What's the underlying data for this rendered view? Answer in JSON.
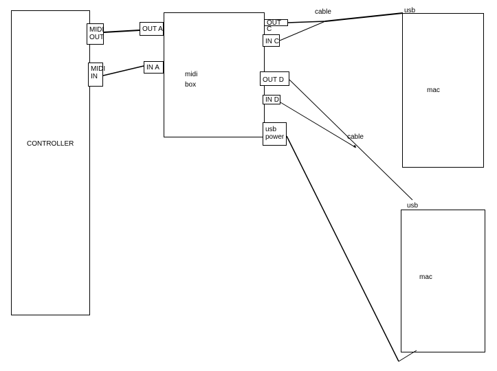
{
  "controller": {
    "label": "CONTROLLER"
  },
  "controller_ports": {
    "midi_out": "MIDI\nOUT",
    "midi_in": "MIDI\nIN"
  },
  "midibox": {
    "label": "midi\nbox",
    "ports": {
      "out_a": "OUT A",
      "in_a": "IN A",
      "out_c": "OUT C",
      "in_c": "IN C",
      "out_d": "OUT D",
      "in_d": "IN D",
      "usb_power": "usb\npower"
    }
  },
  "mac_top": {
    "label": "mac",
    "usb_label": "usb"
  },
  "mac_bottom": {
    "label": "mac",
    "usb_label": "usb"
  },
  "cable_labels": [
    "cable",
    "cable"
  ],
  "colors": {
    "line": "#000000",
    "background": "#ffffff"
  }
}
